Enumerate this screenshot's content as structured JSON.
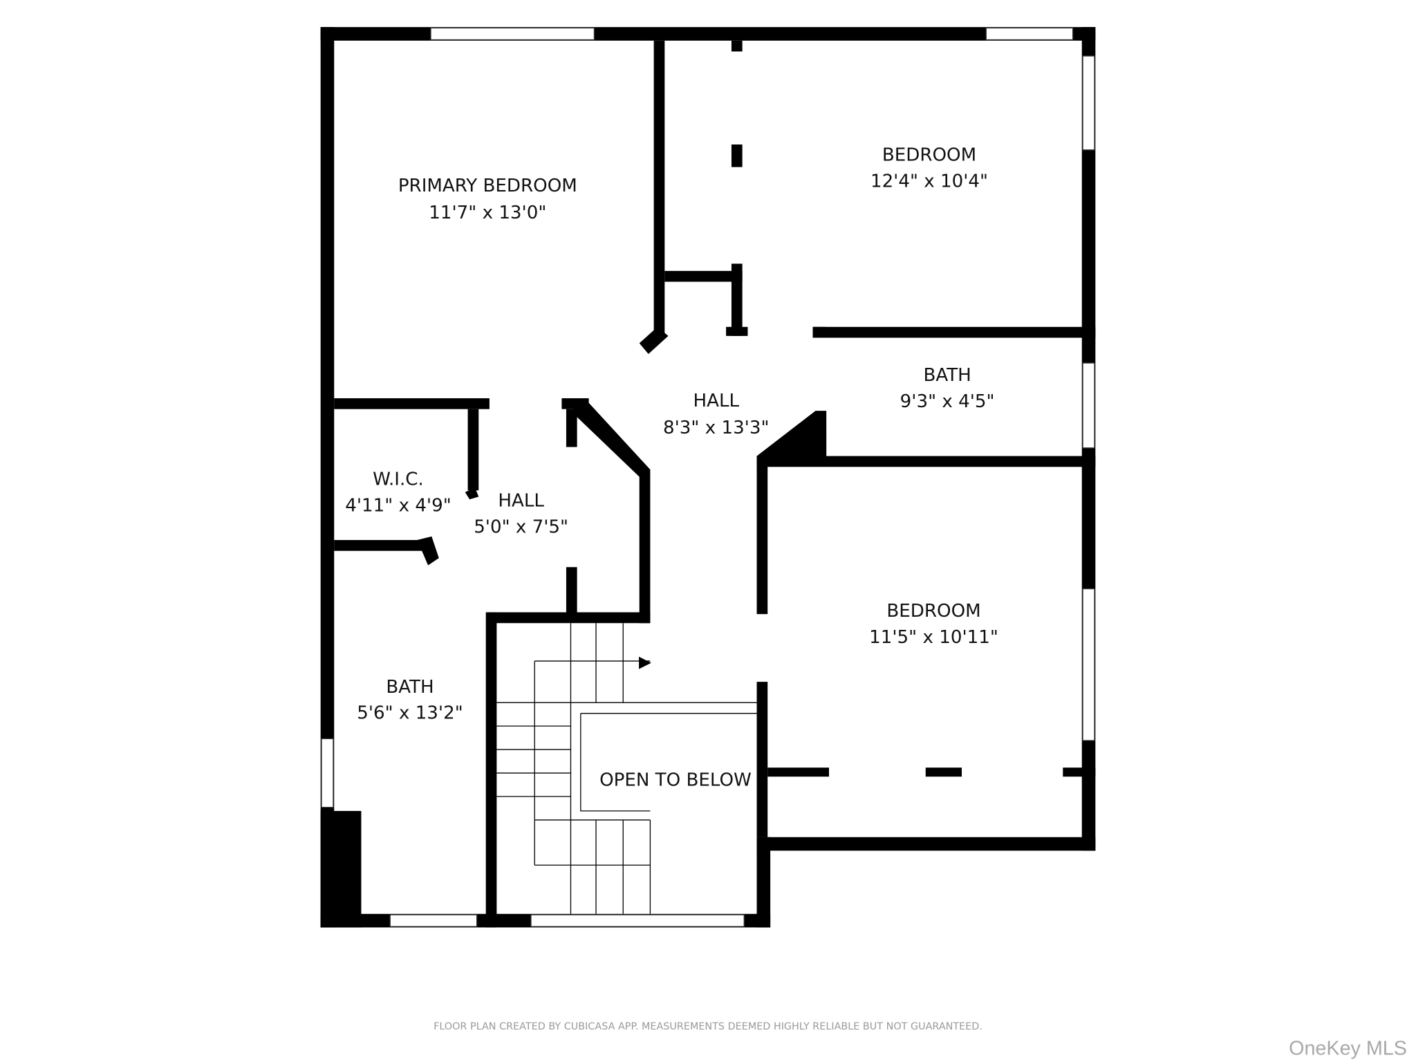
{
  "floor_plan": {
    "rooms": [
      {
        "id": "primary-bedroom",
        "name": "PRIMARY BEDROOM",
        "dims": "11'7\" x 13'0\""
      },
      {
        "id": "bedroom-1",
        "name": "BEDROOM",
        "dims": "12'4\" x 10'4\""
      },
      {
        "id": "hall-main",
        "name": "HALL",
        "dims": "8'3\" x 13'3\""
      },
      {
        "id": "bath-small",
        "name": "BATH",
        "dims": "9'3\" x 4'5\""
      },
      {
        "id": "wic",
        "name": "W.I.C.",
        "dims": "4'11\" x 4'9\""
      },
      {
        "id": "hall-small",
        "name": "HALL",
        "dims": "5'0\" x 7'5\""
      },
      {
        "id": "bedroom-2",
        "name": "BEDROOM",
        "dims": "11'5\" x 10'11\""
      },
      {
        "id": "bath-large",
        "name": "BATH",
        "dims": "5'6\" x 13'2\""
      },
      {
        "id": "open-to-below",
        "name": "OPEN TO BELOW",
        "dims": ""
      }
    ],
    "footer_note": "FLOOR PLAN CREATED BY CUBICASA APP. MEASUREMENTS DEEMED HIGHLY RELIABLE BUT NOT GUARANTEED.",
    "watermark": "OneKey MLS",
    "colors": {
      "wall": "#000000",
      "background": "#ffffff",
      "footer": "#9a9a9a"
    }
  }
}
